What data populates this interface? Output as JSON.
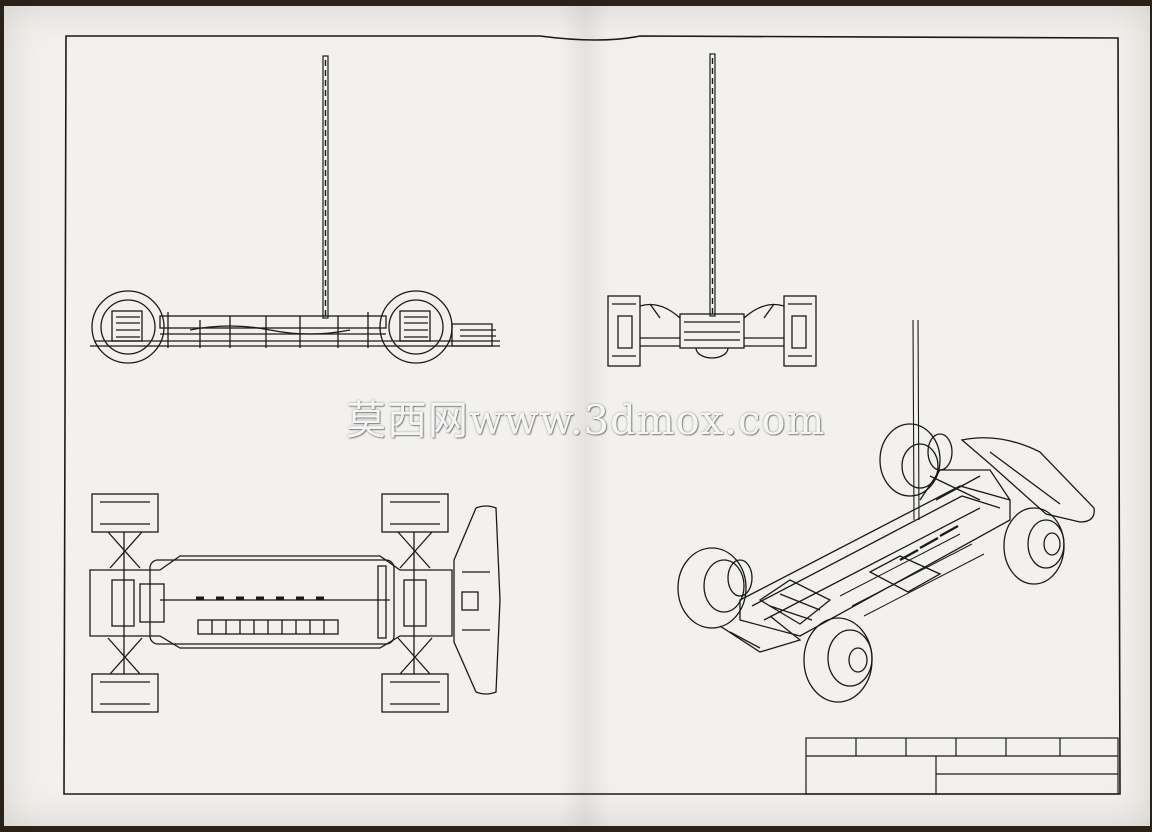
{
  "watermark": {
    "text": "莫西网www.3dmox.com"
  },
  "colors": {
    "paper": "#f3f1ee",
    "ink": "#1a1a1a",
    "background": "#2a2218"
  },
  "views": [
    {
      "id": "side-view"
    },
    {
      "id": "front-view"
    },
    {
      "id": "top-view"
    },
    {
      "id": "isometric-view"
    }
  ],
  "title_block": {
    "filled": false
  }
}
